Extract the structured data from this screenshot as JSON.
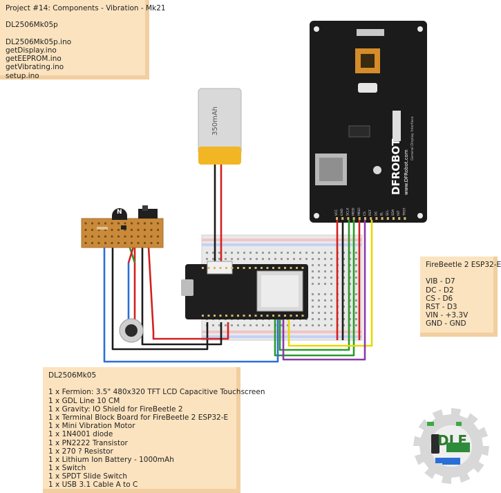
{
  "project_note": {
    "lines": [
      "Project #14: Components - Vibration - Mk21",
      "",
      "DL2506Mk05p",
      "",
      "DL2506Mk05p.ino",
      "getDisplay.ino",
      "getEEPROM.ino",
      "getVibrating.ino",
      "setup.ino"
    ]
  },
  "pins_note": {
    "lines": [
      "FireBeetle 2 ESP32-E",
      "",
      "VIB - D7",
      "DC - D2",
      "CS - D6",
      "RST - D3",
      "VIN - +3.3V",
      "GND - GND"
    ]
  },
  "parts_note": {
    "lines": [
      "DL2506Mk05",
      "",
      "1 x Fermion: 3.5\" 480x320 TFT LCD Capacitive Touchscreen",
      "1 x GDL Line 10 CM",
      "1 x Gravity: IO Shield for FireBeetle 2",
      "1 x Terminal Block Board for FireBeetle 2 ESP32-E",
      "1 x Mini Vibration Motor",
      "1 x 1N4001 diode",
      "1 x PN2222 Transistor",
      "1 x 270 ? Resistor",
      "1 x Lithium Ion Battery - 1000mAh",
      "1 x Switch",
      "1 x SPDT Slide Switch",
      "1 x USB 3.1 Cable A to C"
    ]
  },
  "battery": {
    "label": "350mAh"
  },
  "transistor": {
    "label": "N"
  },
  "display": {
    "brand": "DFROBOT",
    "url": "www.DFRobot.com",
    "interface_label": "General Display Interface",
    "pin_labels": [
      "VCC",
      "GND",
      "SCLK",
      "MOSI",
      "MISO",
      "CS",
      "RST",
      "DC",
      "BL",
      "SCL",
      "SDA",
      "INT",
      "TRST"
    ]
  },
  "logo": {
    "text": "DLE"
  },
  "colors": {
    "note_bg": "#fbe3bf",
    "wire_red": "#d32020",
    "wire_black": "#1a1a1a",
    "wire_blue": "#2a6fd6",
    "wire_green": "#2a9a2a",
    "wire_yellow": "#e8d800",
    "wire_purple": "#8a3aa8",
    "pcb_black": "#1b1b1b",
    "stripboard": "#c98a3a"
  }
}
